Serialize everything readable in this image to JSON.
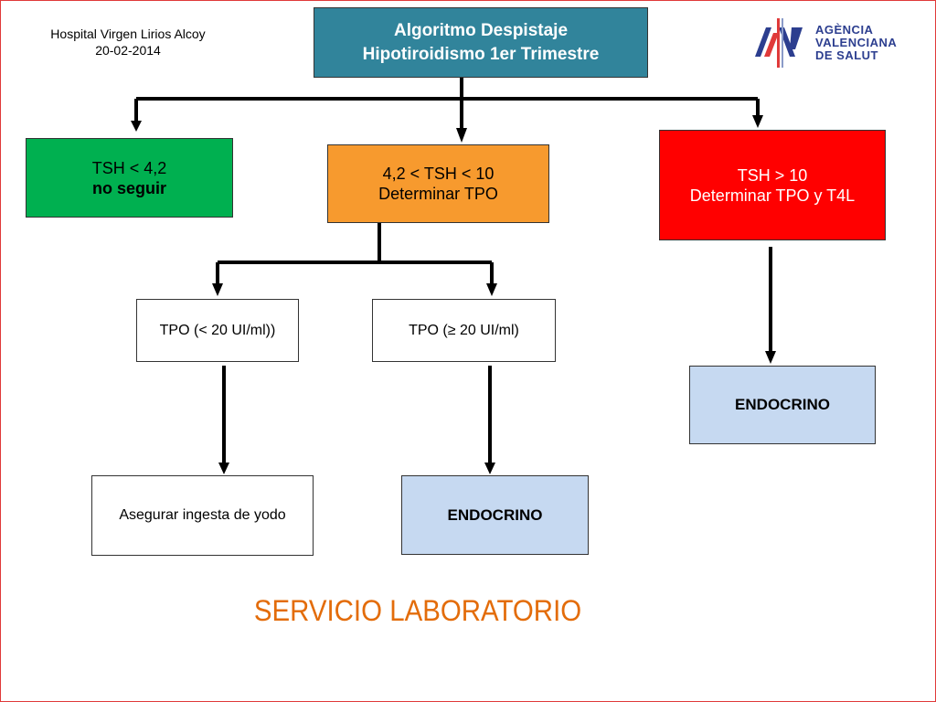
{
  "header": {
    "hospital": "Hospital Virgen Lirios Alcoy",
    "date": "20-02-2014"
  },
  "logo": {
    "line1": "AGÈNCIA",
    "line2": "VALENCIANA",
    "line3": "DE SALUT",
    "primary_color": "#2c3e8f",
    "accent_color": "#e03a3a"
  },
  "title": {
    "line1": "Algoritmo Despistaje",
    "line2": "Hipotiroidismo 1er Trimestre"
  },
  "nodes": {
    "green": {
      "line1": "TSH < 4,2",
      "line2": "no seguir",
      "color": "#00b050"
    },
    "orange": {
      "line1": "4,2 < TSH < 10",
      "line2": "Determinar TPO",
      "color": "#f79a2e"
    },
    "red": {
      "line1": "TSH > 10",
      "line2": "Determinar TPO y T4L",
      "color": "#ff0000"
    },
    "tpo_low": {
      "text": "TPO (< 20 UI/ml))"
    },
    "tpo_high": {
      "text": "TPO (≥ 20 UI/ml)"
    },
    "yodo": {
      "text": "Asegurar ingesta de yodo"
    },
    "endo_right": {
      "text": "ENDOCRINO"
    },
    "endo_mid": {
      "text": "ENDOCRINO"
    }
  },
  "footer": {
    "title": "SERVICIO LABORATORIO",
    "color": "#e36c0a"
  }
}
